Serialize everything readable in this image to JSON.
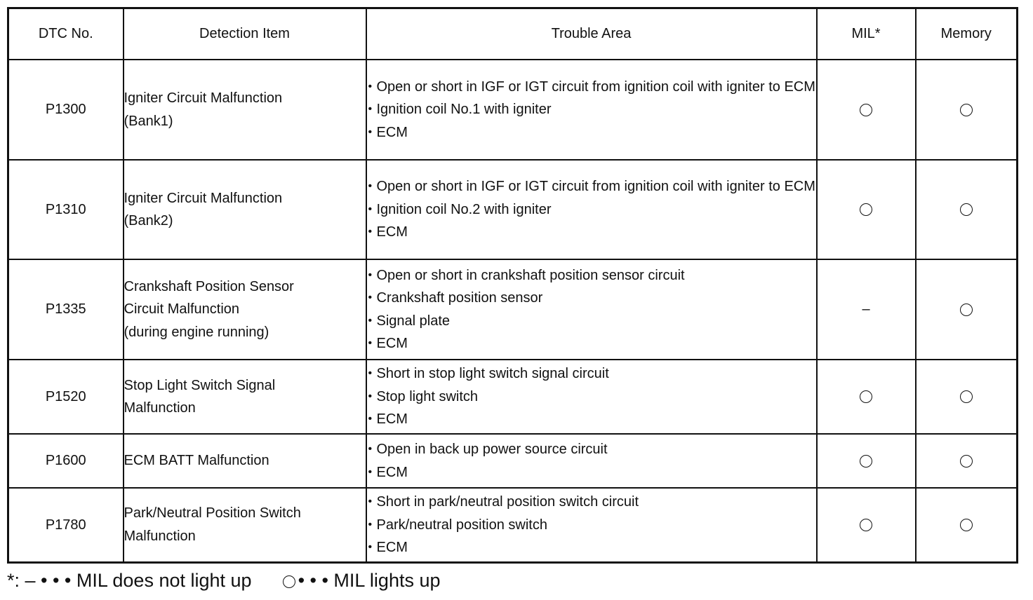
{
  "headers": {
    "dtc_no": "DTC No.",
    "detection_item": "Detection Item",
    "trouble_area": "Trouble Area",
    "mil": "MIL*",
    "memory": "Memory"
  },
  "rows": [
    {
      "dtc": "P1300",
      "item": [
        "Igniter Circuit Malfunction",
        "(Bank1)"
      ],
      "areas": [
        "Open or short in IGF or IGT circuit from ignition coil with igniter to ECM",
        "Ignition coil No.1 with igniter",
        "ECM"
      ],
      "mil": "circle",
      "memory": "circle"
    },
    {
      "dtc": "P1310",
      "item": [
        "Igniter Circuit Malfunction",
        "(Bank2)"
      ],
      "areas": [
        "Open or short in IGF or IGT circuit from ignition coil with igniter to ECM",
        "Ignition coil No.2 with igniter",
        "ECM"
      ],
      "mil": "circle",
      "memory": "circle"
    },
    {
      "dtc": "P1335",
      "item": [
        "Crankshaft Position Sensor",
        "Circuit Malfunction",
        "(during engine running)"
      ],
      "areas": [
        "Open or short in crankshaft position sensor circuit",
        "Crankshaft position sensor",
        "Signal plate",
        "ECM"
      ],
      "mil": "dash",
      "memory": "circle"
    },
    {
      "dtc": "P1520",
      "item": [
        "Stop Light Switch Signal",
        "Malfunction"
      ],
      "areas": [
        "Short in stop light switch signal circuit",
        "Stop light switch",
        "ECM"
      ],
      "mil": "circle",
      "memory": "circle"
    },
    {
      "dtc": "P1600",
      "item": [
        "ECM BATT Malfunction"
      ],
      "areas": [
        "Open in back up power source circuit",
        "ECM"
      ],
      "mil": "circle",
      "memory": "circle"
    },
    {
      "dtc": "P1780",
      "item": [
        "Park/Neutral Position Switch",
        "Malfunction"
      ],
      "areas": [
        "Short in park/neutral position switch circuit",
        "Park/neutral position switch",
        "ECM"
      ],
      "mil": "circle",
      "memory": "circle"
    }
  ],
  "footnote": {
    "prefix": "*: – • • • MIL does not light up",
    "suffix": "• • • MIL lights up"
  }
}
